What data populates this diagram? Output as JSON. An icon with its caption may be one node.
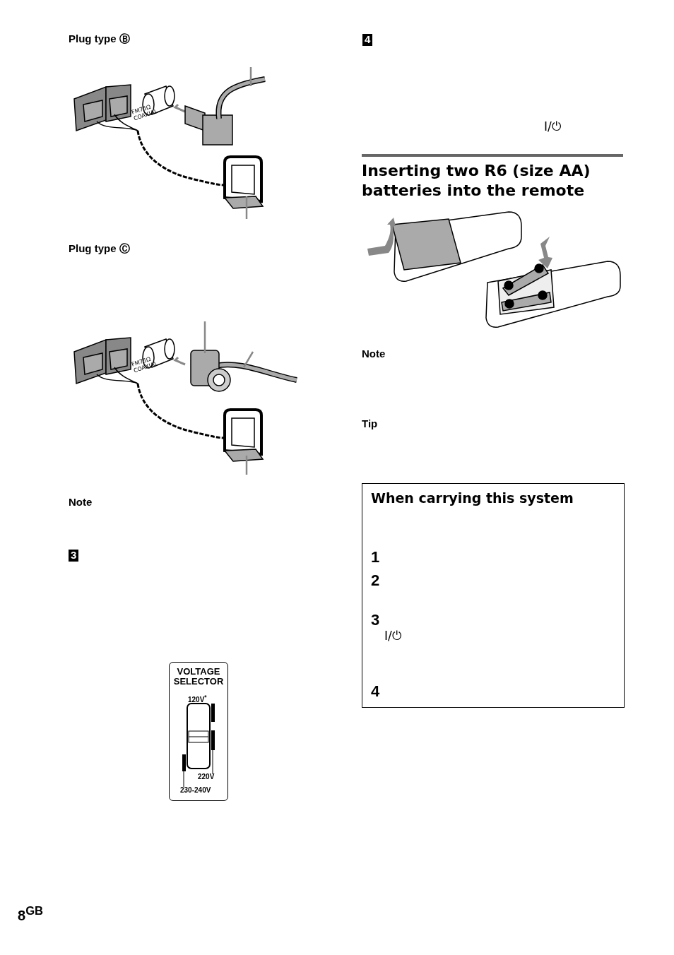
{
  "diagram": {
    "nodes": [
      {
        "text": [
          "When carrying this system",
          "1",
          "2",
          "3",
          "I/⏻",
          "4"
        ]
      },
      {
        "text": [
          "VOLTAGE SELECTOR",
          "120V$^{*}$",
          "220V",
          "230-240V"
        ]
      }
    ],
    "labels": [
      "Plug type Ⓑ",
      "FM75Ω COAXIAL",
      "Plug type Ⓒ",
      "FM75Ω COAXIAL",
      "Note",
      "3",
      "4",
      "I/⏻",
      "Inserting two R6 (size AA) batteries into the remote",
      "Note",
      "Tip",
      "8$^{GB}$"
    ]
  }
}
